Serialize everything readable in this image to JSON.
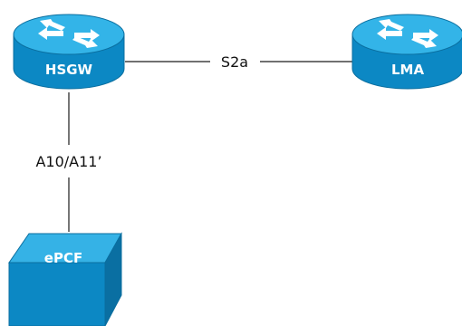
{
  "diagram": {
    "colors": {
      "node_side": "#0C88C4",
      "node_top": "#33B4E8",
      "node_edge": "#0A6E9F",
      "cube_front": "#0C88C4",
      "cube_top": "#35B2E6",
      "cube_right": "#0A6FA2",
      "arrow": "#ffffff",
      "line": "#1a1a1a",
      "text": "#111111"
    },
    "nodes": {
      "hsgw": {
        "label": "HSGW",
        "icon": "router-icon"
      },
      "lma": {
        "label": "LMA",
        "icon": "router-icon"
      },
      "epcf": {
        "label": "ePCF",
        "icon": "cube-icon"
      }
    },
    "connections": {
      "s2a": {
        "label": "S2a",
        "from": "HSGW",
        "to": "LMA"
      },
      "a10a11": {
        "label": "A10/A11’",
        "from": "HSGW",
        "to": "ePCF"
      }
    }
  }
}
